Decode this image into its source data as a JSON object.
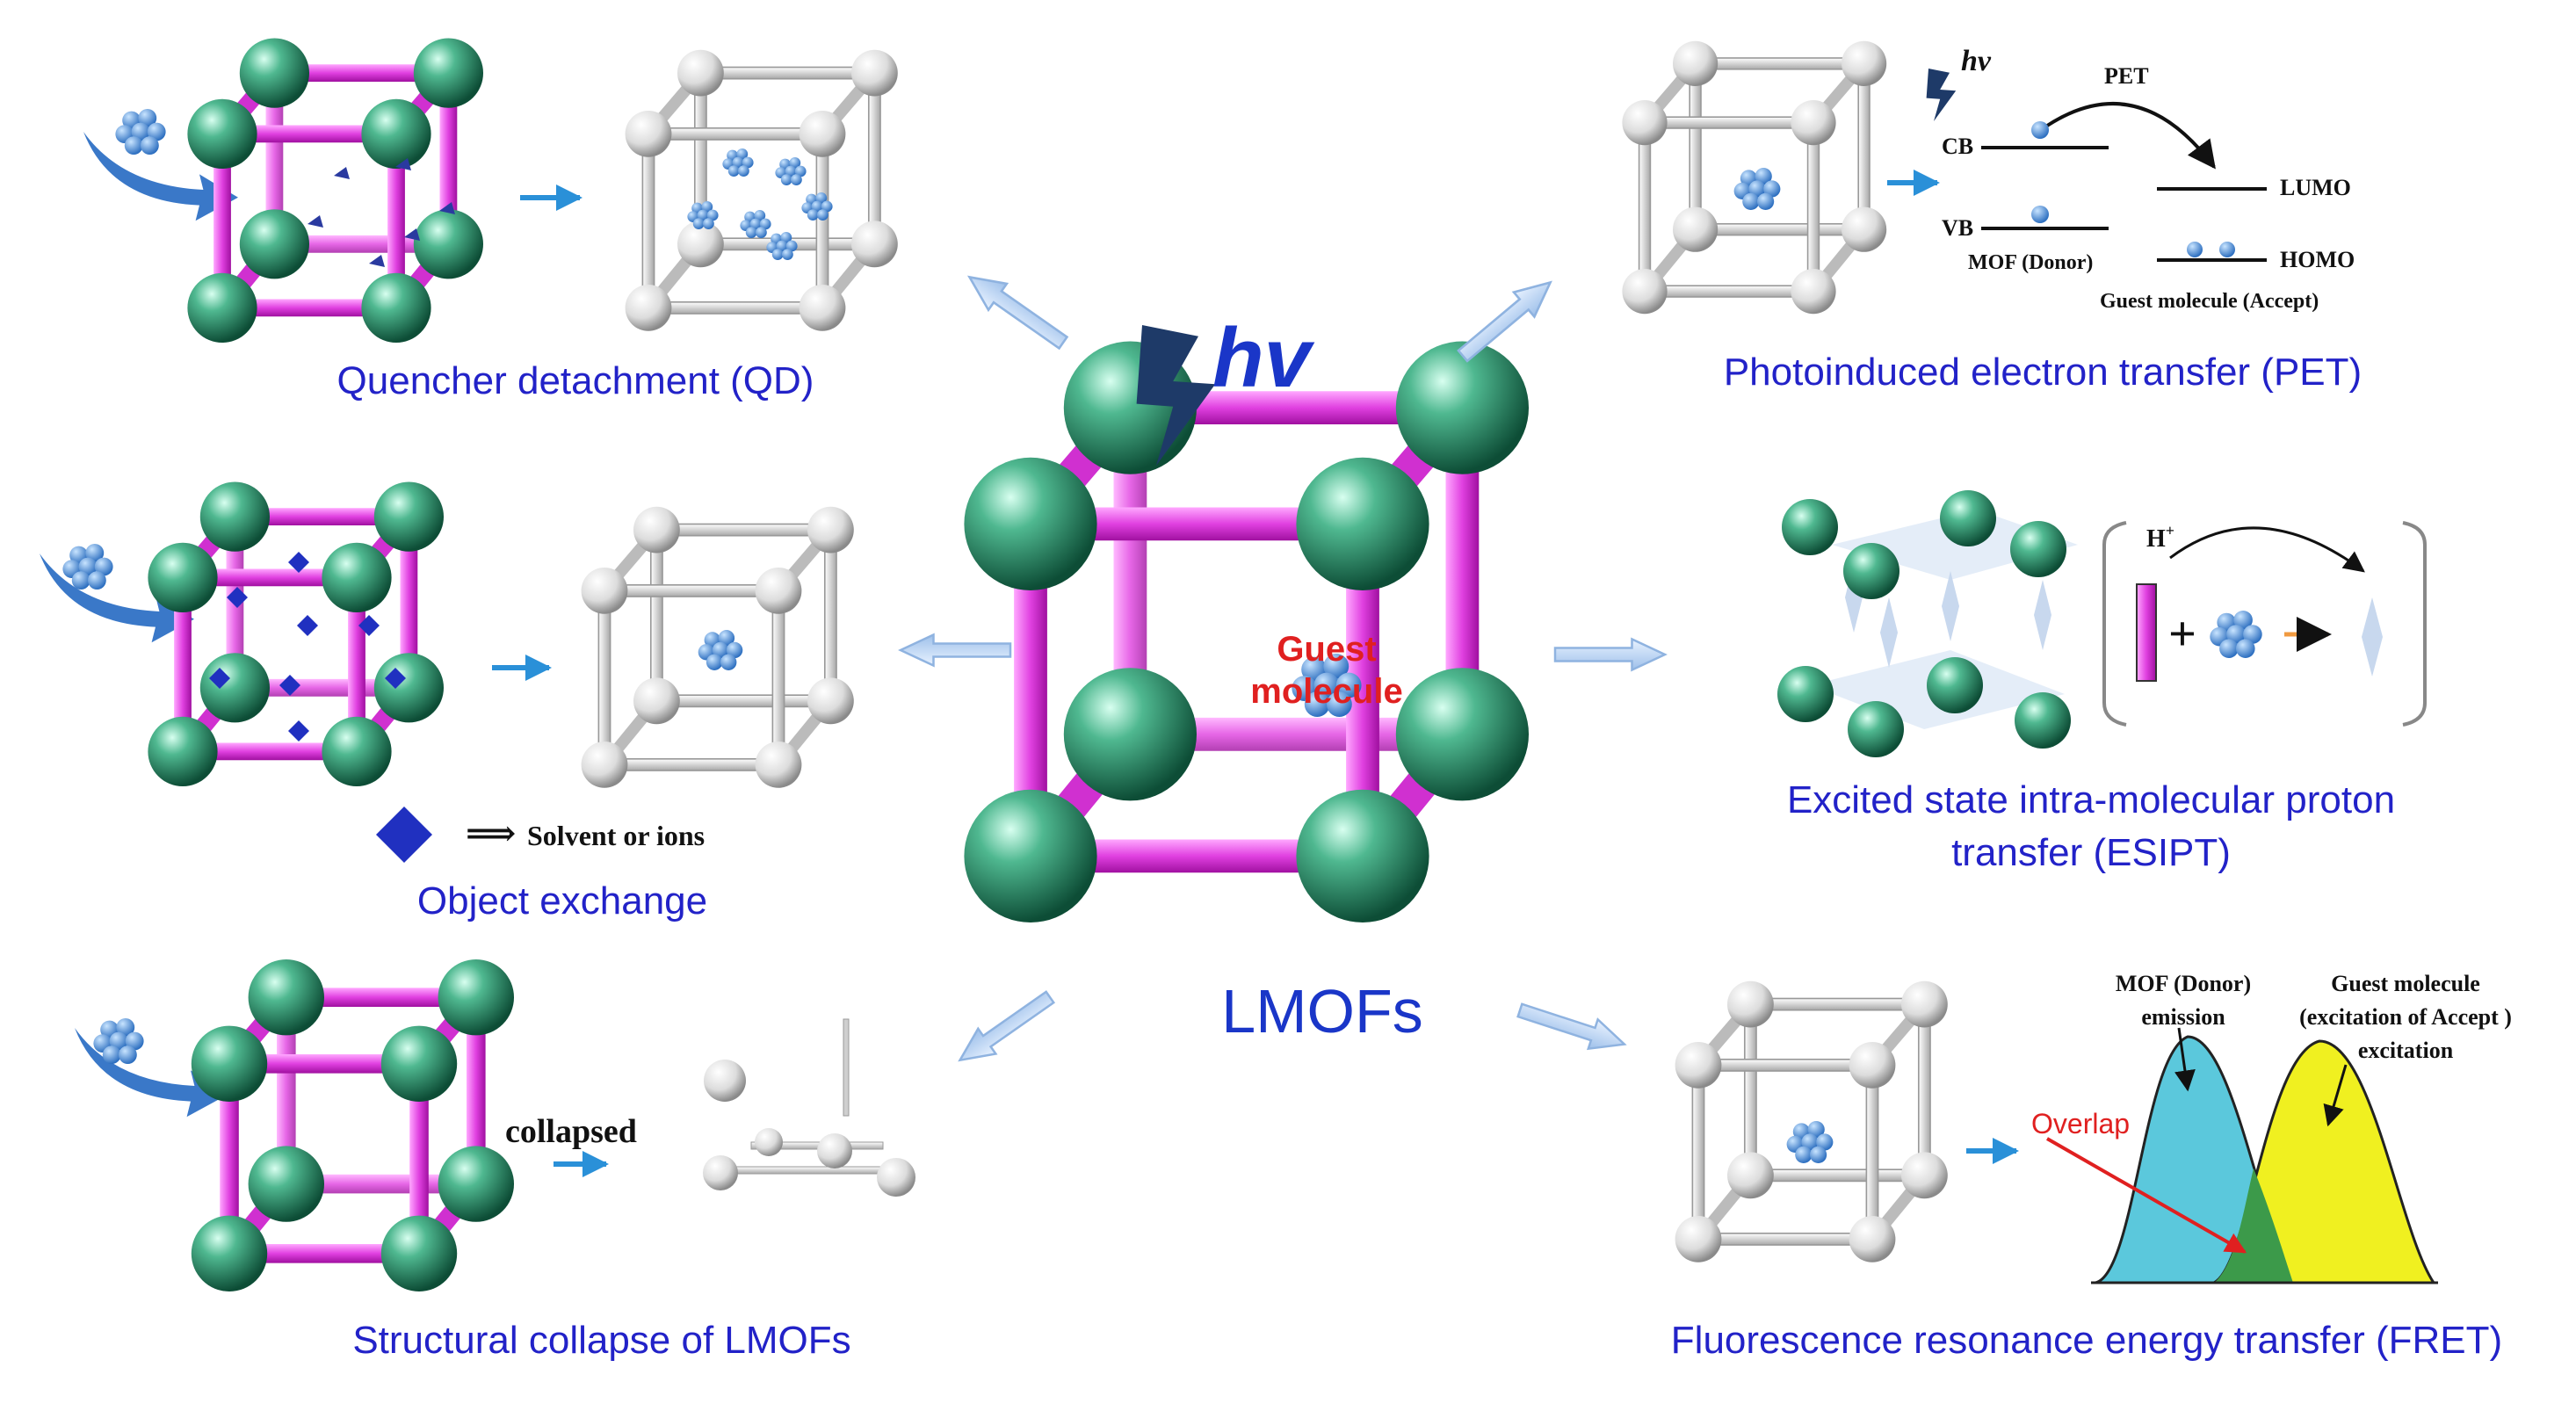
{
  "center": {
    "title": "LMOFs",
    "hv": "hv",
    "guest_line1": "Guest",
    "guest_line2": "molecule"
  },
  "panels": {
    "qd": {
      "caption": "Quencher detachment (QD)"
    },
    "object_exchange": {
      "caption": "Object exchange",
      "legend": "Solvent or ions"
    },
    "collapse": {
      "caption": "Structural collapse of LMOFs",
      "label": "collapsed"
    },
    "pet": {
      "caption": "Photoinduced electron transfer (PET)",
      "hv": "hv",
      "pet": "PET",
      "cb": "CB",
      "vb": "VB",
      "lumo": "LUMO",
      "homo": "HOMO",
      "donor": "MOF (Donor)",
      "acceptor": "Guest molecule (Accept)"
    },
    "esipt": {
      "caption_line1": "Excited state intra-molecular proton",
      "caption_line2": "transfer (ESIPT)",
      "proton": "H",
      "proton_sup": "+",
      "plus": "+"
    },
    "fret": {
      "caption": "Fluorescence resonance energy transfer (FRET)",
      "donor_line1": "MOF (Donor)",
      "donor_line2": "emission",
      "acceptor_line1": "Guest molecule",
      "acceptor_line2": "(excitation of Accept )",
      "acceptor_line3": "excitation",
      "overlap": "Overlap"
    }
  },
  "colors": {
    "caption": "#2222c8",
    "strut": "#e040e0",
    "node": "#2e8b68",
    "guest": "#4a90e0",
    "arrow": "#c8dcf4",
    "donor_band": "#5bc8dc",
    "acceptor_band": "#f0f020",
    "overlap_band": "#3c9a4a"
  }
}
